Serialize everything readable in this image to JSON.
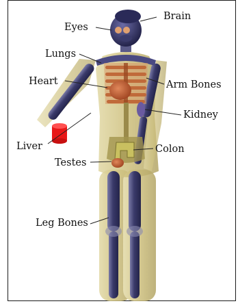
{
  "labels": {
    "eyes": "Eyes",
    "brain": "Brain",
    "lungs": "Lungs",
    "heart": "Heart",
    "arm_bones": "Arm Bones",
    "kidney": "Kidney",
    "liver": "Liver",
    "colon": "Colon",
    "testes": "Testes",
    "leg_bones": "Leg Bones"
  },
  "colors": {
    "skin": "#c9bf7a",
    "bone": "#4a4a7a",
    "organ": "#c0602a",
    "liver": "#e81818",
    "kidney": "#6a5aa0"
  }
}
